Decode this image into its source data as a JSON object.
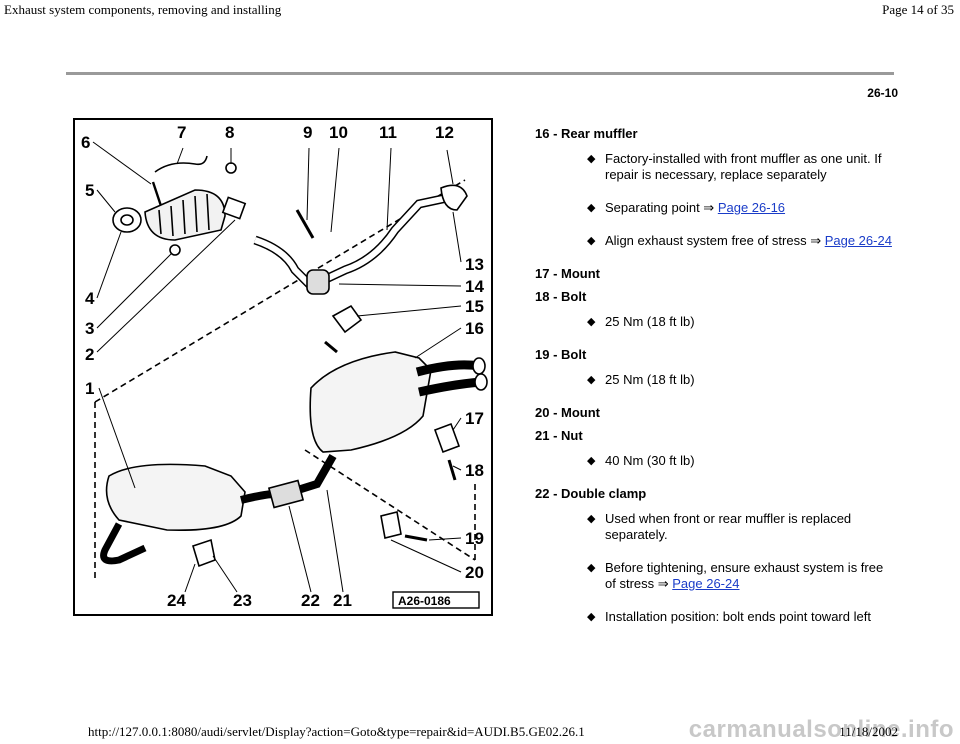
{
  "header": {
    "title": "Exhaust system components, removing and installing",
    "page": "Page 14 of 35"
  },
  "section_number": "26-10",
  "figure": {
    "callouts": [
      "1",
      "2",
      "3",
      "4",
      "5",
      "6",
      "7",
      "8",
      "9",
      "10",
      "11",
      "12",
      "13",
      "14",
      "15",
      "16",
      "17",
      "18",
      "19",
      "20",
      "21",
      "22",
      "23",
      "24"
    ],
    "code": "A26-0186"
  },
  "legend": {
    "items": [
      {
        "head": "16 - Rear muffler",
        "bullets": [
          {
            "text": "Factory-installed with front muffler as one unit. If repair is necessary, replace separately"
          },
          {
            "text": "Separating point ⇒ ",
            "link": "Page 26-16"
          },
          {
            "text": "Align exhaust system free of stress ⇒ ",
            "link": "Page 26-24"
          }
        ]
      },
      {
        "head": "17 - Mount",
        "bullets": []
      },
      {
        "head": "18 - Bolt",
        "bullets": [
          {
            "text": "25 Nm (18 ft lb)"
          }
        ]
      },
      {
        "head": "19 - Bolt",
        "bullets": [
          {
            "text": "25 Nm (18 ft lb)"
          }
        ]
      },
      {
        "head": "20 - Mount",
        "bullets": []
      },
      {
        "head": "21 - Nut",
        "bullets": [
          {
            "text": "40 Nm (30 ft lb)"
          }
        ]
      },
      {
        "head": "22 - Double clamp",
        "bullets": [
          {
            "text": "Used when front or rear muffler is replaced separately."
          },
          {
            "text": "Before tightening, ensure exhaust system is free of stress ⇒ ",
            "link": "Page 26-24"
          },
          {
            "text": "Installation position: bolt ends point toward left"
          }
        ]
      }
    ]
  },
  "footer": {
    "url": "http://127.0.0.1:8080/audi/servlet/Display?action=Goto&type=repair&id=AUDI.B5.GE02.26.1",
    "date": "11/18/2002",
    "watermark": "carmanualsonline.info"
  }
}
